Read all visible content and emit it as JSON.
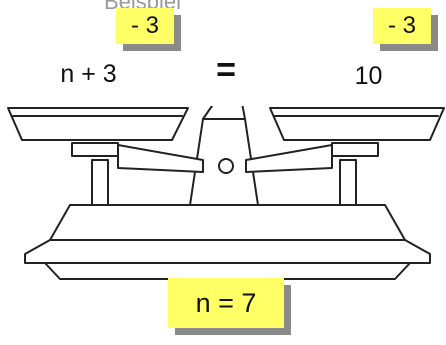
{
  "heading_fragment": "Beispiel",
  "left_pan": {
    "expression": "n + 3",
    "operation": "- 3"
  },
  "equals_sign": "=",
  "right_pan": {
    "expression": "10",
    "operation": "- 3"
  },
  "result": "n = 7",
  "colors": {
    "highlight": "#ffff66",
    "shadow": "#8a8a8a",
    "scale_fill": "#ffffff",
    "scale_outline": "#222222"
  }
}
